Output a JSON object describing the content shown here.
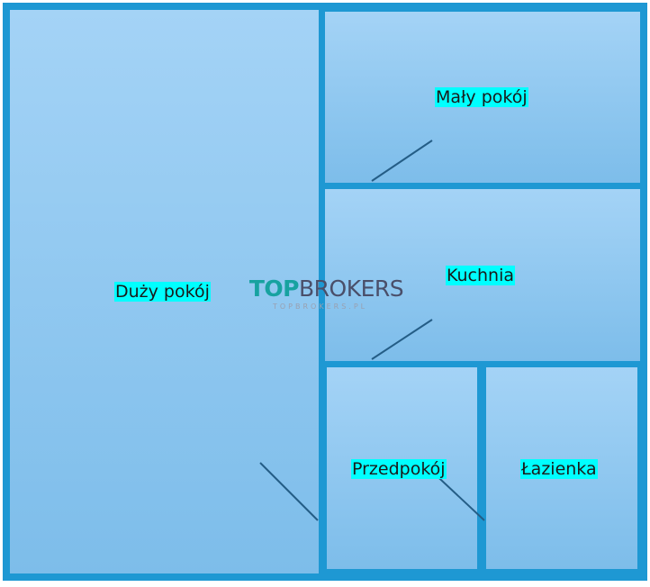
{
  "rooms": {
    "duzy_pokoj": "Duży pokój",
    "maly_pokoj": "Mały pokój",
    "kuchnia": "Kuchnia",
    "przedpokoj": "Przedpokój",
    "lazienka": "Łazienka"
  },
  "watermark": {
    "logo_top": "TOP",
    "logo_brokers": "BROKERS",
    "url": "TOPBROKERS.PL"
  },
  "colors": {
    "wall": "#1e98d3",
    "room_fill_top": "#a4d3f6",
    "room_fill_bottom": "#7dbdea",
    "door_line": "#245d86",
    "label_bg": "#00ffff"
  }
}
